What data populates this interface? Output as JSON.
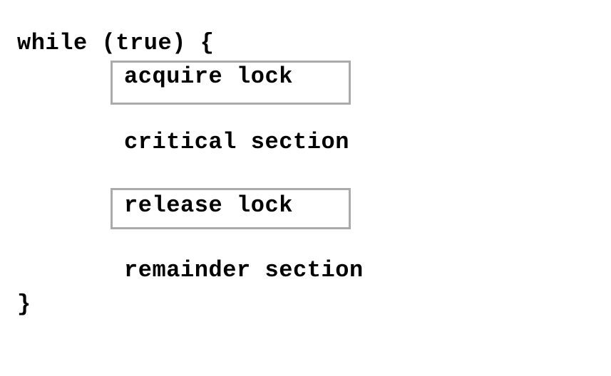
{
  "figure": {
    "kind": "pseudocode-diagram",
    "background_color": "#ffffff",
    "text_color": "#000000",
    "box_border_color": "#aaaaaa",
    "box_fill_color": "#ffffff"
  },
  "code": {
    "line_while": "while (true) {",
    "line_acquire": "acquire lock",
    "line_critical": "critical section",
    "line_release": "release lock",
    "line_remainder": "remainder section",
    "line_close": "}"
  }
}
